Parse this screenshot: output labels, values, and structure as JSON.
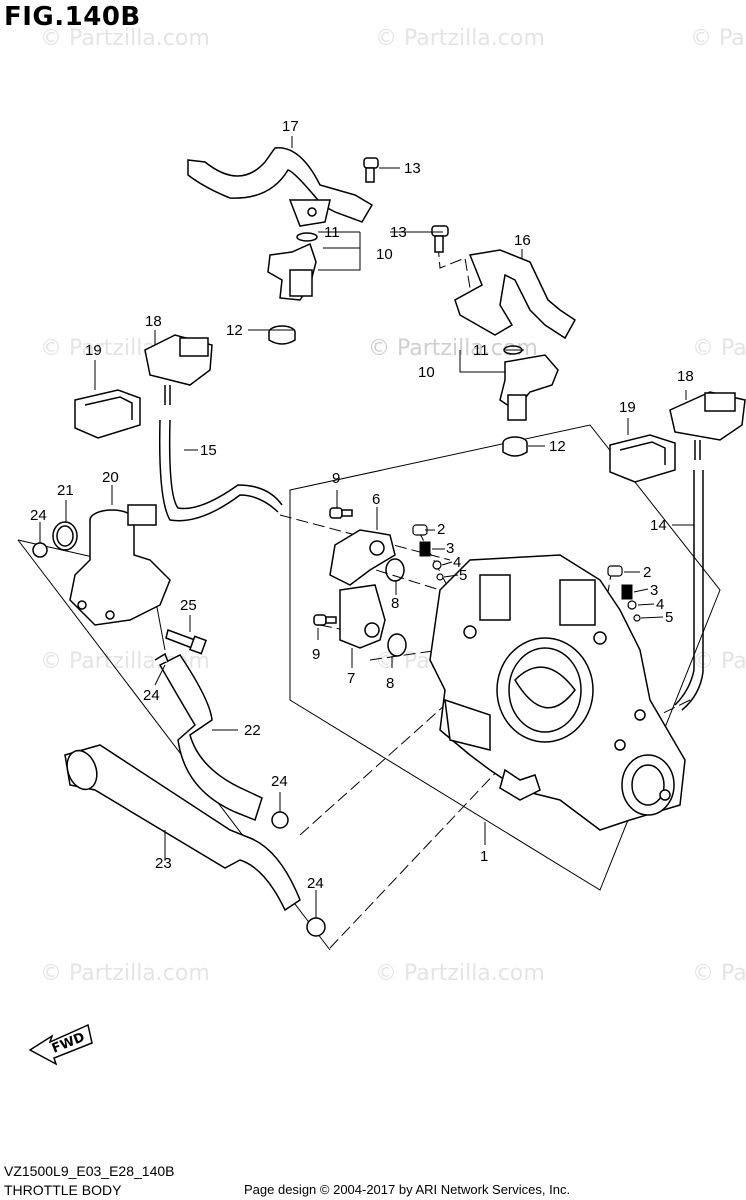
{
  "figure": {
    "title": "FIG.140B",
    "model_code": "VZ1500L9_E03_E28_140B",
    "section_name": "THROTTLE BODY",
    "copyright": "Page design © 2004-2017 by ARI Network Services, Inc.",
    "watermark": "© Partzilla.com",
    "fwd_label": "FWD"
  },
  "callouts": {
    "c1": "1",
    "c2a": "2",
    "c2b": "2",
    "c3a": "3",
    "c3b": "3",
    "c4a": "4",
    "c4b": "4",
    "c5a": "5",
    "c5b": "5",
    "c6": "6",
    "c7": "7",
    "c8a": "8",
    "c8b": "8",
    "c9a": "9",
    "c9b": "9",
    "c10a": "10",
    "c10b": "10",
    "c11a": "11",
    "c11b": "11",
    "c12a": "12",
    "c12b": "12",
    "c13a": "13",
    "c13b": "13",
    "c14": "14",
    "c15": "15",
    "c16": "16",
    "c17": "17",
    "c18a": "18",
    "c18b": "18",
    "c19a": "19",
    "c19b": "19",
    "c20": "20",
    "c21": "21",
    "c22": "22",
    "c23": "23",
    "c24a": "24",
    "c24b": "24",
    "c24c": "24",
    "c24d": "24",
    "c25": "25"
  }
}
